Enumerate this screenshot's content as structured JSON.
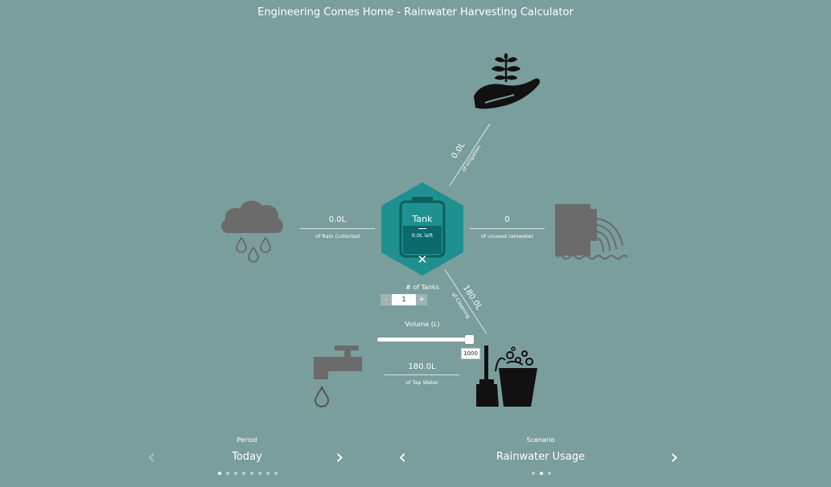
{
  "title": "Engineering Comes Home - Rainwater Harvesting Calculator",
  "tank": {
    "label": "Tank",
    "left": "0.0L left",
    "close_symbol": "✕"
  },
  "rain": {
    "value": "0.0L",
    "label": "of Rain Collected"
  },
  "unused": {
    "value": "0",
    "label": "of unused rainwater"
  },
  "irrigation": {
    "value": "0.0L",
    "label": "of Irrigation"
  },
  "cleaning": {
    "value": "180.0L",
    "label": "of Cleaning"
  },
  "tap": {
    "value": "180.0L",
    "label": "of Tap Water"
  },
  "tanks": {
    "label": "# of Tanks",
    "minus": "-",
    "plus": "+",
    "count": "1"
  },
  "volume": {
    "label": "Volume (L)",
    "value": "1000",
    "level": 1.0
  },
  "period": {
    "label": "Period",
    "value": "Today",
    "prev": "‹",
    "next": "›",
    "pages": 8,
    "active_page": 0
  },
  "scenario": {
    "label": "Scenario",
    "value": "Rainwater Usage",
    "prev": "‹",
    "next": "›",
    "pages": 3,
    "active_page": 1
  },
  "icons": [
    "irrigation-hand-plant-icon",
    "rain-cloud-icon",
    "tank-hexagon-icon",
    "overflow-drain-icon",
    "tap-faucet-icon",
    "cleaning-bucket-broom-icon"
  ],
  "colors": {
    "background": "#7a9e9c",
    "tank": "#1e9090",
    "icon_gray": "#6b6b6b",
    "icon_black": "#111111"
  }
}
